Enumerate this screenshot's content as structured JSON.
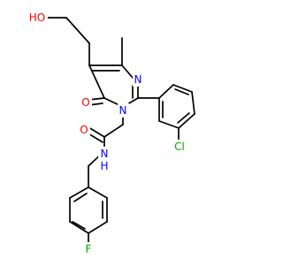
{
  "molecule": {
    "atoms": {
      "hydroxyl": "HO",
      "ring_n3": "N",
      "ring_n1": "N",
      "carbonyl_o_ring": "O",
      "amide_o": "O",
      "amide_nh": "N",
      "amide_h": "H",
      "chlorine": "Cl",
      "fluorine": "F"
    },
    "colors": {
      "bond": "#000000",
      "oxygen": "#ff0000",
      "nitrogen": "#0000ff",
      "chlorine": "#00aa00",
      "fluorine": "#00aa00"
    }
  }
}
